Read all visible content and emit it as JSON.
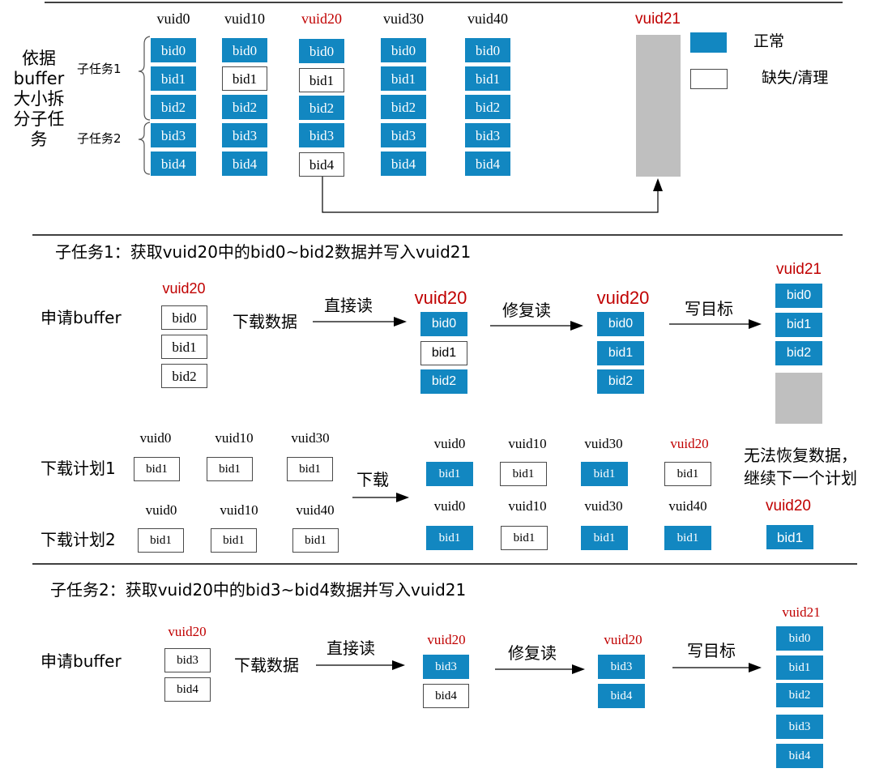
{
  "colors": {
    "normal": "#1287c1",
    "missing": "#ffffff",
    "target_space": "#bfbfbf",
    "highlight": "#c00000"
  },
  "overview": {
    "split_label": [
      "依据",
      "buffer",
      "大小拆",
      "分子任",
      "务"
    ],
    "subtask_labels": [
      "子任务1",
      "子任务2"
    ],
    "columns": [
      {
        "name": "vuid0",
        "cells": [
          {
            "label": "bid0",
            "normal": true
          },
          {
            "label": "bid1",
            "normal": true
          },
          {
            "label": "bid2",
            "normal": true
          },
          {
            "label": "bid3",
            "normal": true
          },
          {
            "label": "bid4",
            "normal": true
          }
        ]
      },
      {
        "name": "vuid10",
        "cells": [
          {
            "label": "bid0",
            "normal": true
          },
          {
            "label": "bid1",
            "normal": false
          },
          {
            "label": "bid2",
            "normal": true
          },
          {
            "label": "bid3",
            "normal": true
          },
          {
            "label": "bid4",
            "normal": true
          }
        ]
      },
      {
        "name": "vuid20",
        "cells": [
          {
            "label": "bid0",
            "normal": true
          },
          {
            "label": "bid1",
            "normal": false
          },
          {
            "label": "bid2",
            "normal": true
          },
          {
            "label": "bid3",
            "normal": true
          },
          {
            "label": "bid4",
            "normal": false
          }
        ]
      },
      {
        "name": "vuid30",
        "cells": [
          {
            "label": "bid0",
            "normal": true
          },
          {
            "label": "bid1",
            "normal": true
          },
          {
            "label": "bid2",
            "normal": true
          },
          {
            "label": "bid3",
            "normal": true
          },
          {
            "label": "bid4",
            "normal": true
          }
        ]
      },
      {
        "name": "vuid40",
        "cells": [
          {
            "label": "bid0",
            "normal": true
          },
          {
            "label": "bid1",
            "normal": true
          },
          {
            "label": "bid2",
            "normal": true
          },
          {
            "label": "bid3",
            "normal": true
          },
          {
            "label": "bid4",
            "normal": true
          }
        ]
      }
    ],
    "target": "vuid21",
    "legend": [
      {
        "label": "正常",
        "normal": true
      },
      {
        "label": "缺失/清理",
        "normal": false
      }
    ]
  },
  "subtask1": {
    "title": "子任务1：获取vuid20中的bid0~bid2数据并写入vuid21",
    "alloc_label": "申请buffer",
    "buffer": {
      "vuid": "vuid20",
      "cells": [
        {
          "label": "bid0",
          "normal": false
        },
        {
          "label": "bid1",
          "normal": false
        },
        {
          "label": "bid2",
          "normal": false
        }
      ]
    },
    "download_label": "下载数据",
    "steps": [
      {
        "action": "直接读",
        "vuid": "vuid20",
        "cells": [
          {
            "label": "bid0",
            "normal": true
          },
          {
            "label": "bid1",
            "normal": false
          },
          {
            "label": "bid2",
            "normal": true
          }
        ]
      },
      {
        "action": "修复读",
        "vuid": "vuid20",
        "cells": [
          {
            "label": "bid0",
            "normal": true
          },
          {
            "label": "bid1",
            "normal": true
          },
          {
            "label": "bid2",
            "normal": true
          }
        ]
      },
      {
        "action": "写目标",
        "vuid": "vuid21",
        "cells": [
          {
            "label": "bid0",
            "normal": true
          },
          {
            "label": "bid1",
            "normal": true
          },
          {
            "label": "bid2",
            "normal": true
          }
        ]
      }
    ],
    "plan_action": "下载",
    "plans": [
      {
        "label": "下载计划1",
        "sources": [
          {
            "vuid": "vuid0",
            "cell": "bid1"
          },
          {
            "vuid": "vuid10",
            "cell": "bid1"
          },
          {
            "vuid": "vuid30",
            "cell": "bid1"
          }
        ],
        "results": [
          {
            "vuid": "vuid0",
            "cell": "bid1",
            "normal": true
          },
          {
            "vuid": "vuid10",
            "cell": "bid1",
            "normal": false
          },
          {
            "vuid": "vuid30",
            "cell": "bid1",
            "normal": true
          },
          {
            "vuid": "vuid20",
            "cell": "bid1",
            "normal": false
          }
        ],
        "note": [
          "无法恢复数据，",
          "继续下一个计划"
        ]
      },
      {
        "label": "下载计划2",
        "sources": [
          {
            "vuid": "vuid0",
            "cell": "bid1"
          },
          {
            "vuid": "vuid10",
            "cell": "bid1"
          },
          {
            "vuid": "vuid40",
            "cell": "bid1"
          }
        ],
        "results": [
          {
            "vuid": "vuid0",
            "cell": "bid1",
            "normal": true
          },
          {
            "vuid": "vuid10",
            "cell": "bid1",
            "normal": false
          },
          {
            "vuid": "vuid30",
            "cell": "bid1",
            "normal": true
          },
          {
            "vuid": "vuid40",
            "cell": "bid1",
            "normal": true
          }
        ],
        "recovered": {
          "vuid": "vuid20",
          "cell": "bid1",
          "normal": true
        }
      }
    ]
  },
  "subtask2": {
    "title": "子任务2：获取vuid20中的bid3~bid4数据并写入vuid21",
    "alloc_label": "申请buffer",
    "buffer": {
      "vuid": "vuid20",
      "cells": [
        {
          "label": "bid3",
          "normal": false
        },
        {
          "label": "bid4",
          "normal": false
        }
      ]
    },
    "download_label": "下载数据",
    "steps": [
      {
        "action": "直接读",
        "vuid": "vuid20",
        "cells": [
          {
            "label": "bid3",
            "normal": true
          },
          {
            "label": "bid4",
            "normal": false
          }
        ]
      },
      {
        "action": "修复读",
        "vuid": "vuid20",
        "cells": [
          {
            "label": "bid3",
            "normal": true
          },
          {
            "label": "bid4",
            "normal": true
          }
        ]
      },
      {
        "action": "写目标",
        "vuid": "vuid21",
        "cells": [
          {
            "label": "bid0",
            "normal": true
          },
          {
            "label": "bid1",
            "normal": true
          },
          {
            "label": "bid2",
            "normal": true
          },
          {
            "label": "bid3",
            "normal": true
          },
          {
            "label": "bid4",
            "normal": true
          }
        ]
      }
    ]
  }
}
